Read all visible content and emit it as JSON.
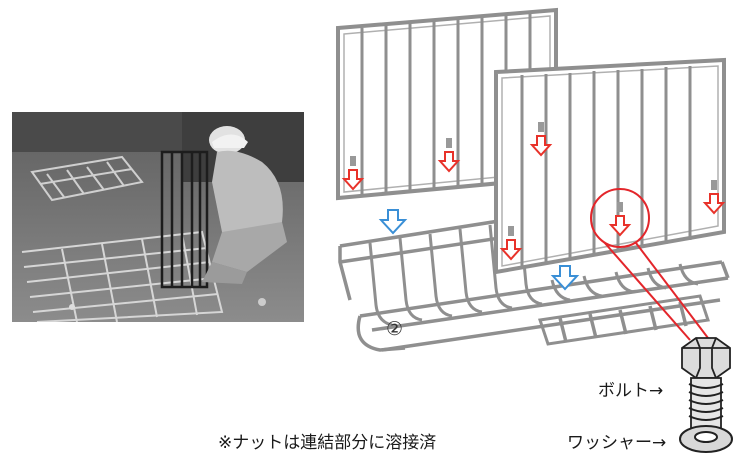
{
  "step_marker": "②",
  "labels": {
    "bolt": "ボルト→",
    "washer": "ワッシャー→",
    "note": "※ナットは連結部分に溶接済"
  },
  "colors": {
    "frame": "#9a9a9a",
    "frame_dark": "#6f6f6f",
    "arrow_red": "#e8322a",
    "arrow_blue": "#3a8fd6",
    "callout": "#e3262b"
  }
}
